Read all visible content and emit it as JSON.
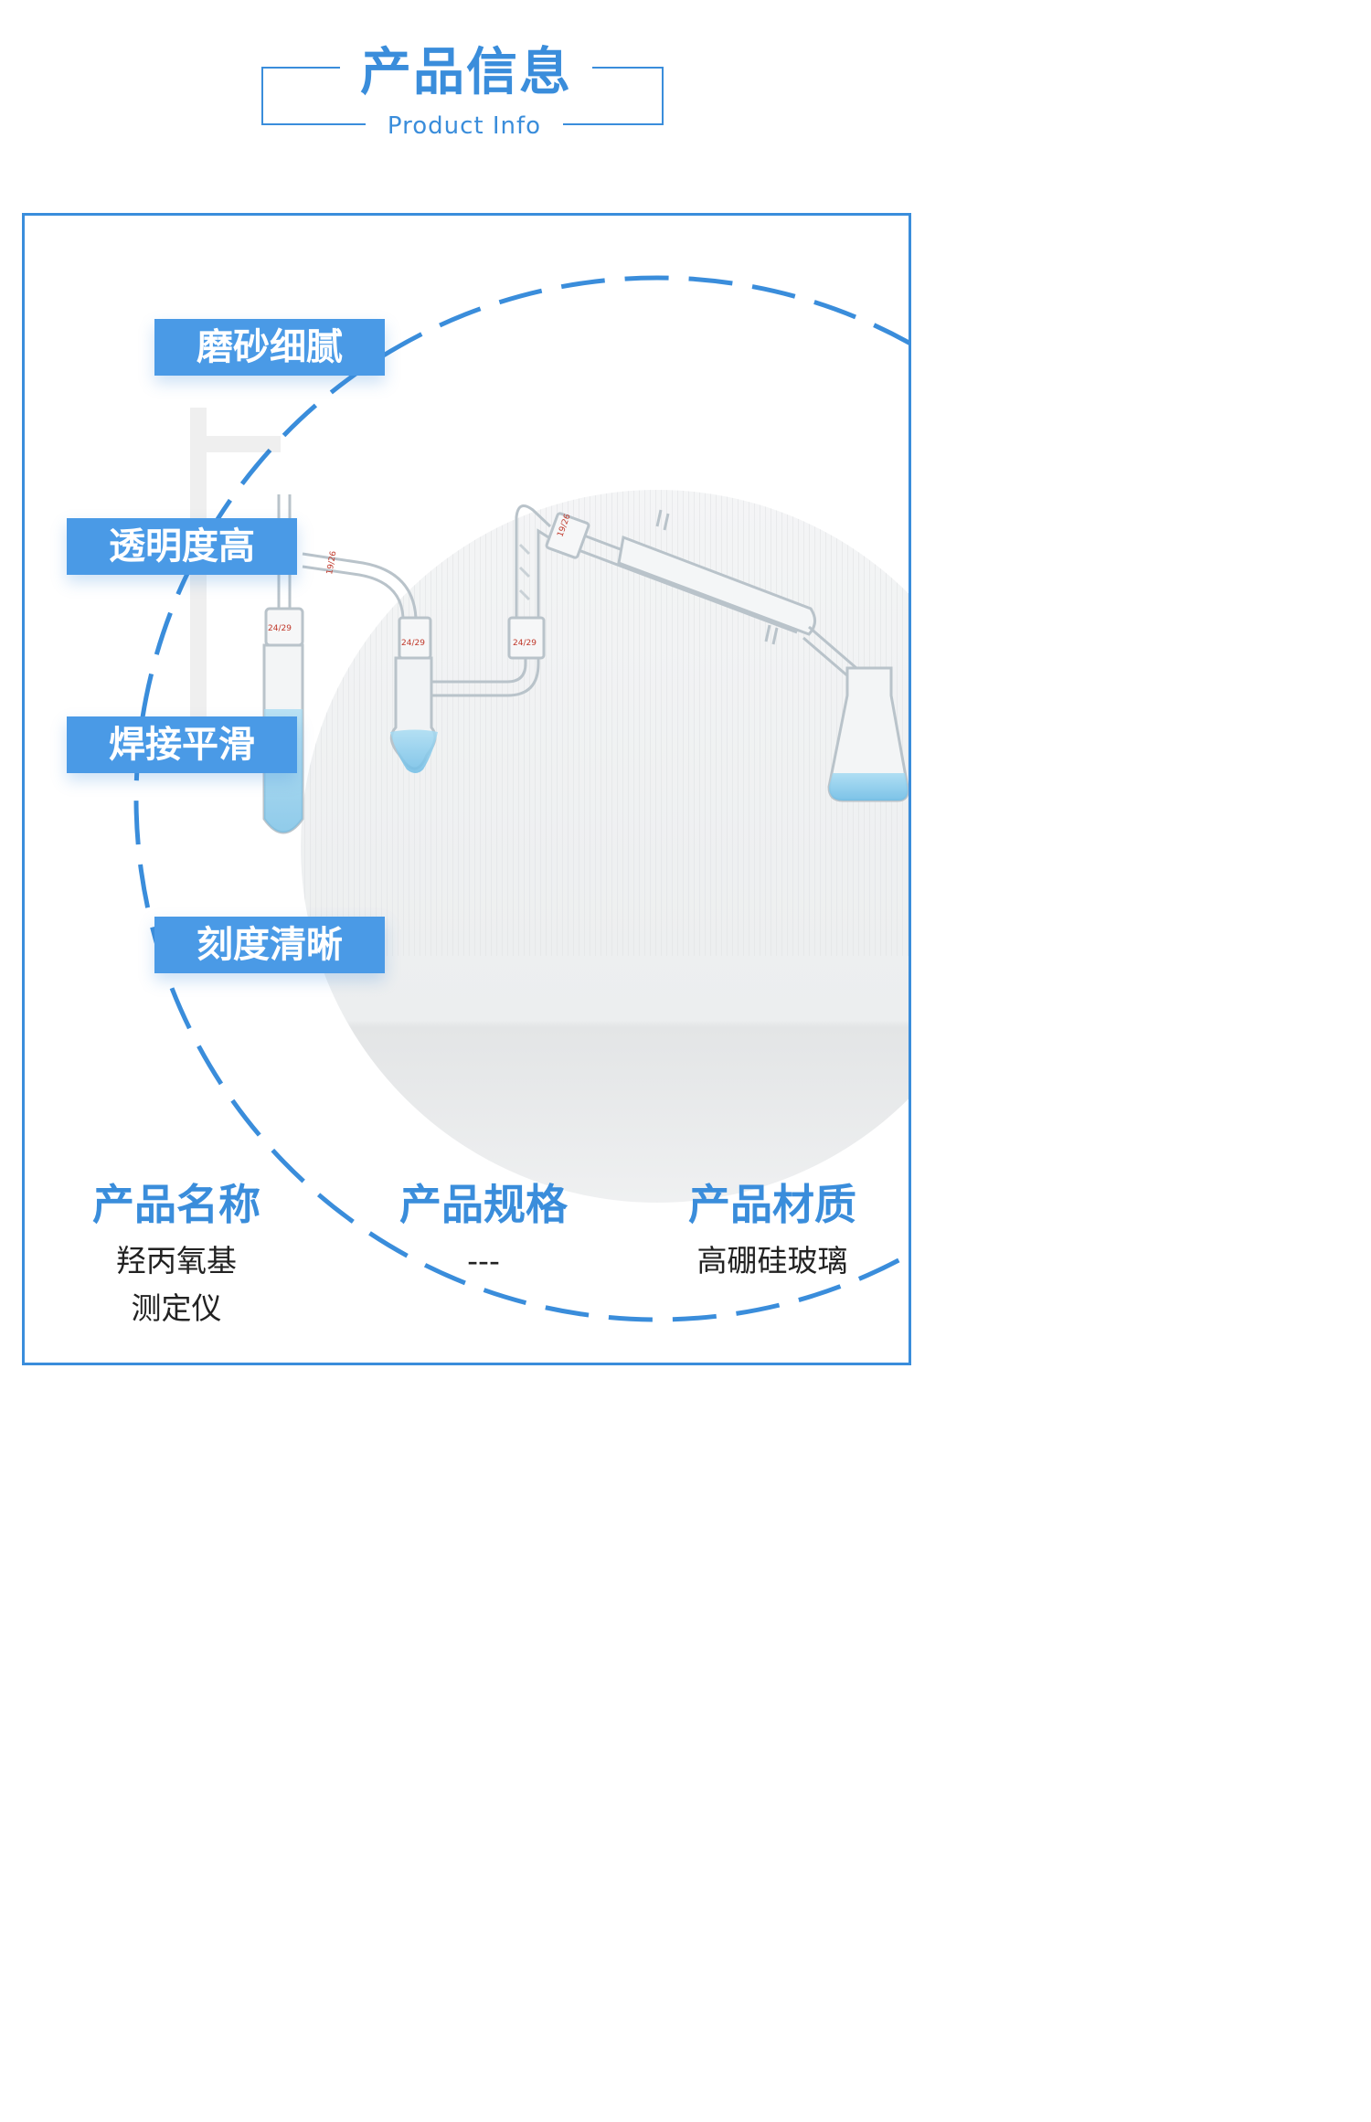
{
  "header": {
    "title": "产品信息",
    "subtitle": "Product Info"
  },
  "features": [
    {
      "label": "磨砂细腻"
    },
    {
      "label": "透明度高"
    },
    {
      "label": "焊接平滑"
    },
    {
      "label": "刻度清晰"
    }
  ],
  "joints": {
    "j1": "24/29",
    "j2": "24/29",
    "j3": "24/29",
    "j4": "19/26",
    "j5": "19/26"
  },
  "info": [
    {
      "heading": "产品名称",
      "value_line1": "羟丙氧基",
      "value_line2": "测定仪"
    },
    {
      "heading": "产品规格",
      "value_line1": "---"
    },
    {
      "heading": "产品材质",
      "value_line1": "高硼硅玻璃"
    }
  ],
  "colors": {
    "accent": "#3a8ddb",
    "label_bg": "#4a9ae6",
    "liquid": "#8fd0ee"
  }
}
